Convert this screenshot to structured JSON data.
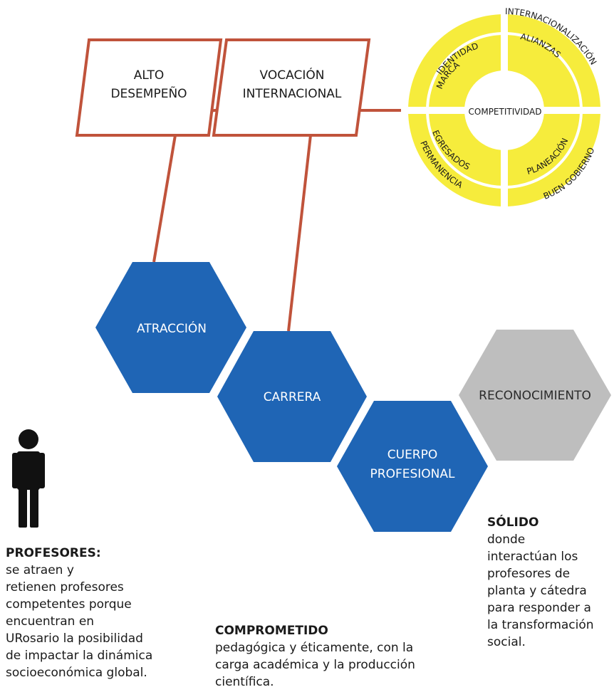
{
  "colors": {
    "frame": "#c0533b",
    "hex_blue": "#1f65b5",
    "hex_gray": "#bebebe",
    "wheel_yellow": "#f6ec3c",
    "person": "#111111"
  },
  "boxes": {
    "alto": {
      "line1": "ALTO",
      "line2": "DESEMPEÑO"
    },
    "vocacion": {
      "line1": "VOCACIÓN",
      "line2": "INTERNACIONAL"
    }
  },
  "wheel": {
    "center": "COMPETITIVIDAD",
    "outer": {
      "identidad": "IDENTIDAD",
      "internacionalizacion": "INTERNACIONALIZACIÓN",
      "buen_gobierno": "BUEN GOBIERNO",
      "permanencia": "PERMANENCIA"
    },
    "inner": {
      "marca": "MARCA",
      "alianzas": "ALIANZAS",
      "planeacion": "PLANEACIÓN",
      "egresados": "EGRESADOS"
    }
  },
  "hexagons": {
    "atraccion": "ATRACCIÓN",
    "carrera": "CARRERA",
    "cuerpo_line1": "CUERPO",
    "cuerpo_line2": "PROFESIONAL",
    "reconocimiento": "RECONOCIMIENTO"
  },
  "icons": {
    "person": "person-icon"
  },
  "texts": {
    "profesores": {
      "title": "PROFESORES:",
      "lines": [
        "se atraen  y",
        "retienen profesores",
        "competentes porque",
        "encuentran en",
        "URosario la posibilidad",
        "de impactar la dinámica",
        "socioeconómica global."
      ]
    },
    "comprometido": {
      "title": "COMPROMETIDO",
      "lines": [
        "pedagógica y éticamente, con la",
        "carga académica y la producción",
        "científica."
      ]
    },
    "solido": {
      "title": "SÓLIDO",
      "lines": [
        "donde",
        "interactúan los",
        "profesores de",
        "planta y cátedra",
        "para responder a",
        "la transformación",
        "social."
      ]
    }
  }
}
